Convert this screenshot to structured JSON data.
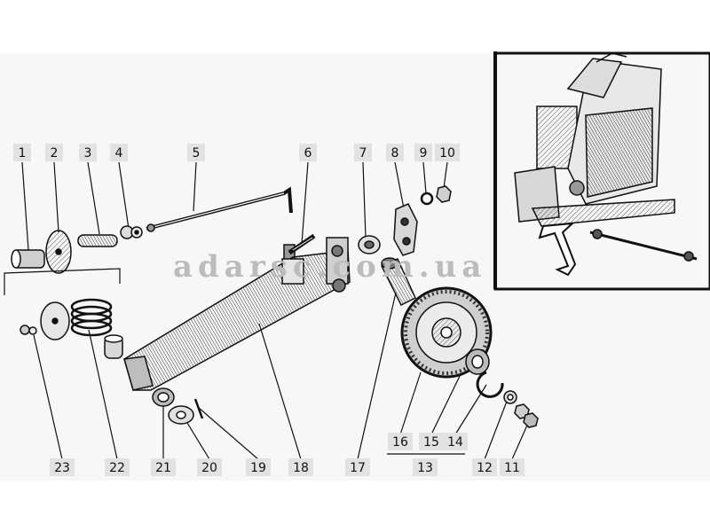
{
  "watermark": "adarsc.com.ua",
  "callouts": [
    "1",
    "2",
    "3",
    "4",
    "5",
    "6",
    "7",
    "8",
    "9",
    "10",
    "11",
    "12",
    "13",
    "14",
    "15",
    "16",
    "17",
    "18",
    "19",
    "20",
    "21",
    "22",
    "23"
  ]
}
